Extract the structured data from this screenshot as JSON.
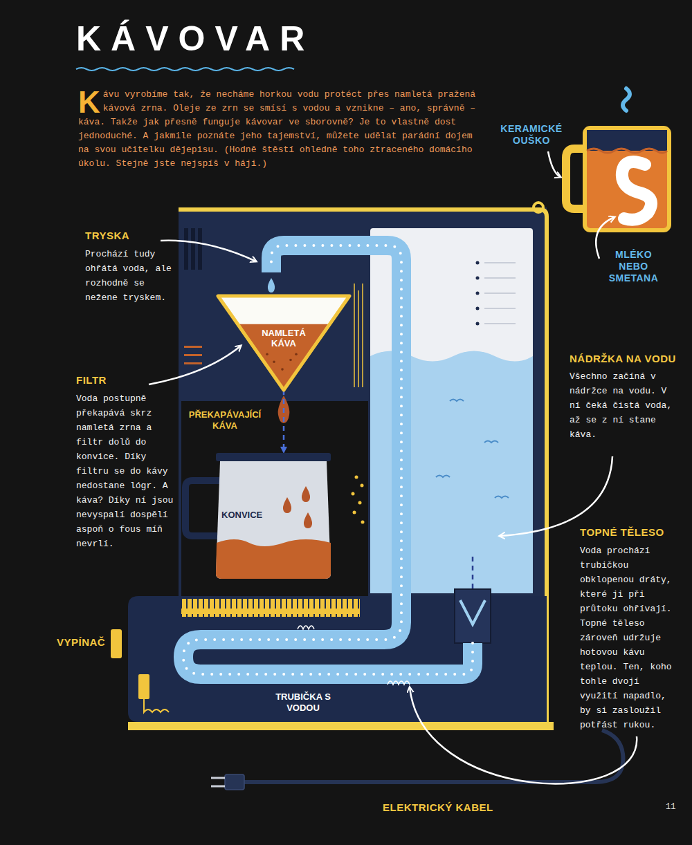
{
  "diagram": {
    "title": "KÁVOVAR",
    "nodes": [
      {
        "text": [
          "NAMLETÁ KÁVA"
        ]
      },
      {
        "text": [
          "KONVICE"
        ]
      }
    ],
    "edges": [
      {
        "from": 0,
        "to": 1,
        "arrow": "to"
      }
    ],
    "labels": [
      "Kávu vyrobíme tak, že necháme horkou vodu protéct přes namletá pražená kávová zrna. Oleje ze zrn se smísí s vodou a vznikne – ano, správně – káva. Takže jak přesně funguje kávovar ve sborovně? Je to vlastně dost jednoduché. A jakmile poznáte jeho tajemství, můžete udělat parádní dojem na svou učitelku dějepisu. (Hodně štěstí ohledně toho ztraceného domácího úkolu. Stejně jste nejspíš v háji.)",
      "TRYSKA",
      "Prochází tudy ohřátá voda, ale rozhodně se nežene tryskem.",
      "FILTR",
      "Voda postupně překapává skrz namletá zrna a filtr dolů do konvice. Díky filtru se do kávy nedostane lógr. A káva? Díky ní jsou nevyspalí dospělí aspoň o fous míň nevrlí.",
      "PŘEKAPÁVAJÍCÍ KÁVA",
      "KERAMICKÉ OUŠKO",
      "MLÉKO NEBO SMETANA",
      "NÁDRŽKA NA VODU",
      "Všechno začíná v nádržce na vodu. V ní čeká čistá voda, až se z ní stane káva.",
      "TOPNÉ TĚLESO",
      "Voda prochází trubičkou obklopenou dráty, které ji při průtoku ohřívají. Topné těleso zároveň udržuje hotovou kávu teplou. Ten, koho tohle dvojí využití napadlo, by si zasloužil potřást rukou.",
      "VYPÍNAČ",
      "TRUBIČKA S VODOU",
      "ELEKTRICKÝ KABEL",
      "11"
    ]
  }
}
